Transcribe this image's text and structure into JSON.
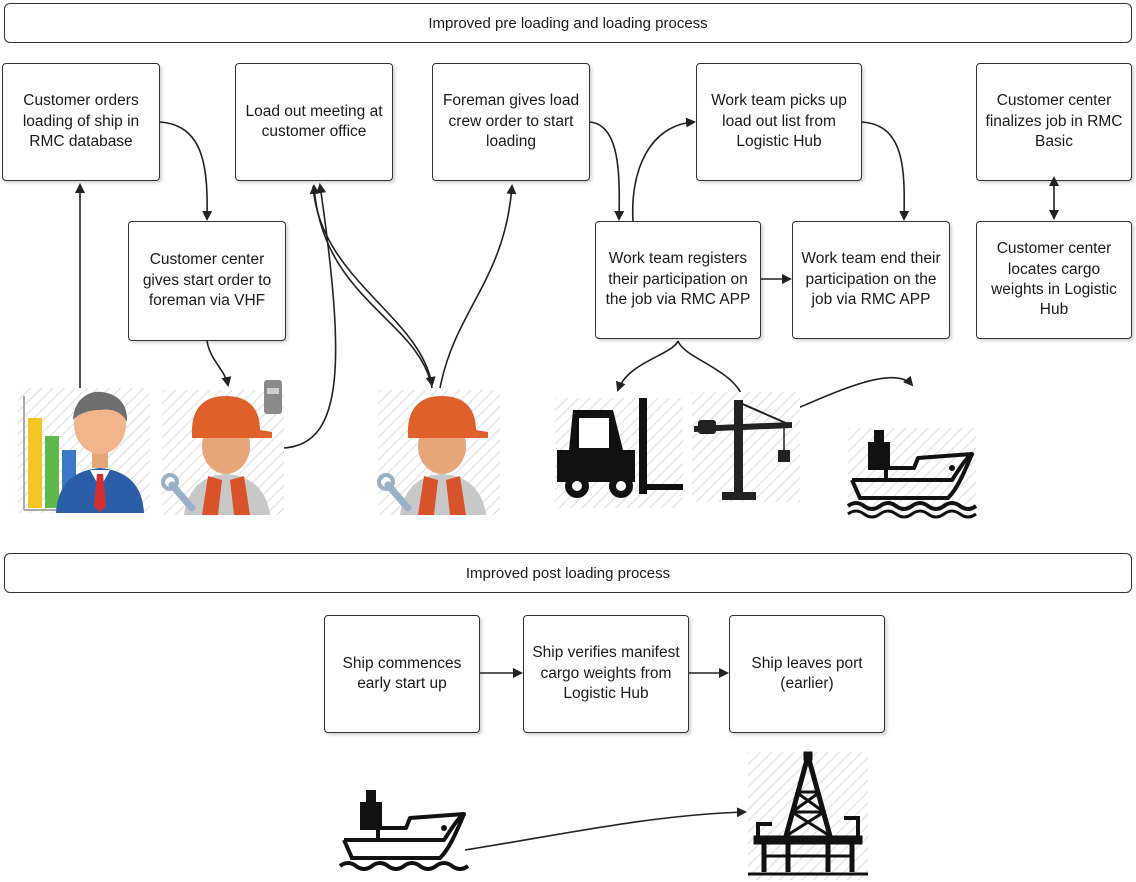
{
  "banners": {
    "pre_loading": "Improved pre loading and loading process",
    "post_loading": "Improved post loading process"
  },
  "boxes": {
    "customer_orders": "Customer orders loading of ship in RMC database",
    "customer_gives_start": "Customer center gives start order  to foreman via VHF",
    "load_out_meeting": "Load out meeting at customer office",
    "foreman_gives_order": "Foreman gives load crew order to start loading",
    "work_team_picks_up": "Work team picks up load out list from Logistic Hub",
    "work_team_registers": "Work team registers their participation on the job via RMC APP",
    "work_team_ends": "Work team end their participation on the job via RMC APP",
    "customer_finalizes": "Customer center finalizes job in RMC Basic",
    "customer_locates": "Customer center locates cargo weights in Logistic Hub",
    "ship_commences": "Ship commences early start up",
    "ship_verifies": "Ship verifies manifest cargo weights from Logistic Hub",
    "ship_leaves": "Ship leaves port (earlier)"
  },
  "icons": [
    "businessman-chart-icon",
    "worker-radio-icon",
    "worker-wrench-icon",
    "forklift-icon",
    "crane-icon",
    "ship-icon",
    "ship-icon",
    "oil-rig-icon"
  ],
  "colors": {
    "line": "#222222",
    "worker_helmet": "#e0602a",
    "businessman_suit": "#2b5ea7",
    "chart_bars": [
      "#f3c623",
      "#5fb84a",
      "#3c78c8"
    ]
  }
}
